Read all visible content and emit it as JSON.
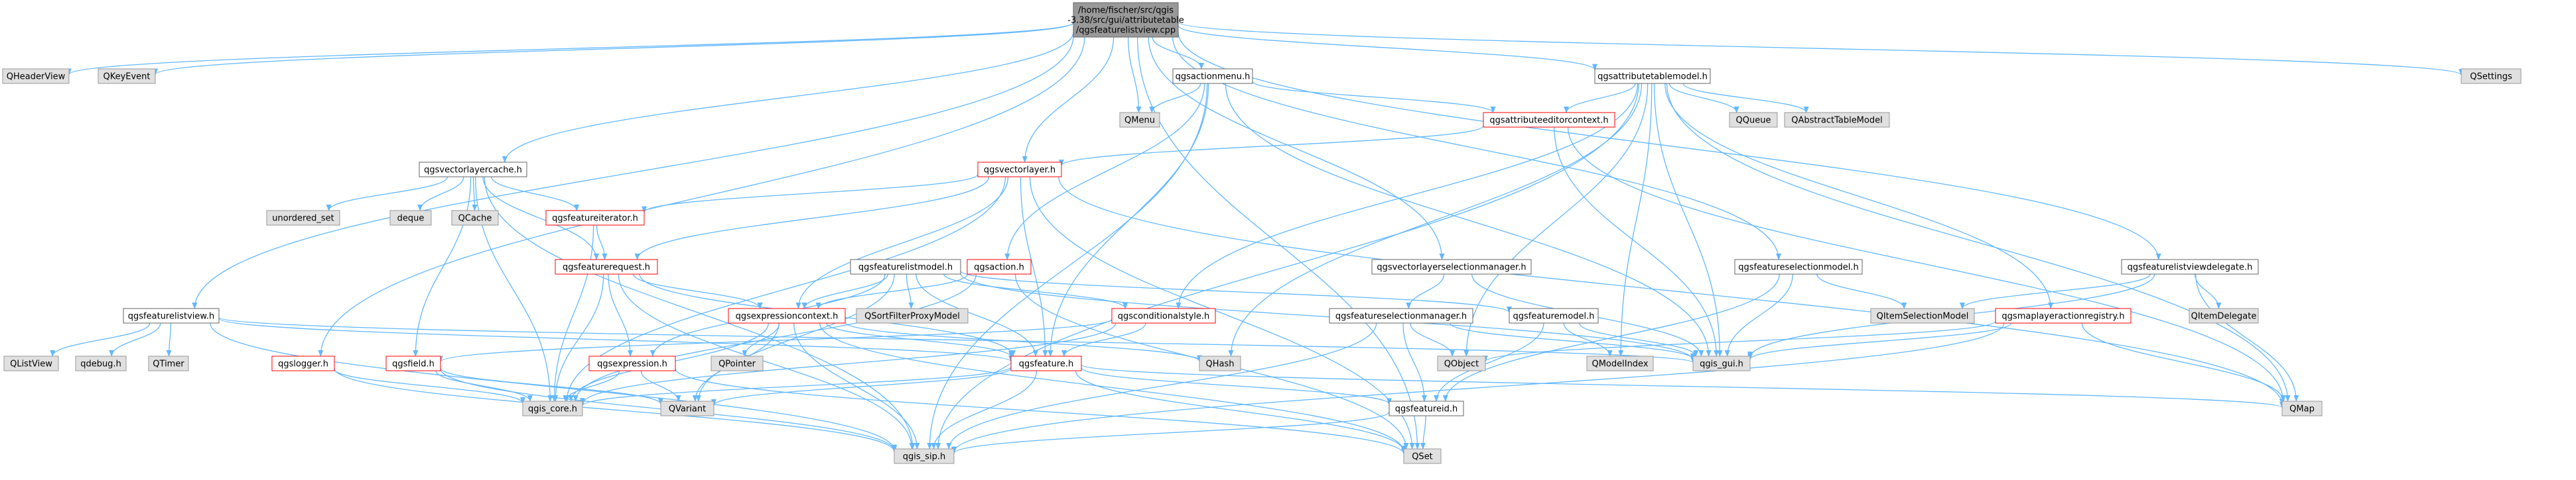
{
  "colors": {
    "edge": "#63b8ff",
    "root_fill": "#999999",
    "plain_fill": "#ffffff",
    "plain_border": "#666666",
    "system_fill": "#e0e0e0",
    "system_border": "#999999",
    "red_border": "#ff0000",
    "text": "#000000"
  },
  "nodes": [
    {
      "id": "root",
      "label": "/home/fischer/src/qgis\n-3.38/src/gui/attributetable\n/qgsfeaturelistview.cpp",
      "style": "root"
    },
    {
      "id": "qheaderview",
      "label": "QHeaderView",
      "style": "system"
    },
    {
      "id": "qkeyevent",
      "label": "QKeyEvent",
      "style": "system"
    },
    {
      "id": "qgsactionmenu",
      "label": "qgsactionmenu.h",
      "style": "plain"
    },
    {
      "id": "qgsattributetablemodel",
      "label": "qgsattributetablemodel.h",
      "style": "plain"
    },
    {
      "id": "qsettings",
      "label": "QSettings",
      "style": "system"
    },
    {
      "id": "qmenu",
      "label": "QMenu",
      "style": "system"
    },
    {
      "id": "qgsattributeeditorcontext",
      "label": "qgsattributeeditorcontext.h",
      "style": "red"
    },
    {
      "id": "qqueue",
      "label": "QQueue",
      "style": "system"
    },
    {
      "id": "qabstracttablemodel",
      "label": "QAbstractTableModel",
      "style": "system"
    },
    {
      "id": "qgsvectorlayercache",
      "label": "qgsvectorlayercache.h",
      "style": "plain"
    },
    {
      "id": "qgsvectorlayer",
      "label": "qgsvectorlayer.h",
      "style": "red"
    },
    {
      "id": "unordered_set",
      "label": "unordered_set",
      "style": "system"
    },
    {
      "id": "deque",
      "label": "deque",
      "style": "system"
    },
    {
      "id": "qcache",
      "label": "QCache",
      "style": "system"
    },
    {
      "id": "qgsfeatureiterator",
      "label": "qgsfeatureiterator.h",
      "style": "red"
    },
    {
      "id": "qgsfeaturerequest",
      "label": "qgsfeaturerequest.h",
      "style": "red"
    },
    {
      "id": "qgsaction",
      "label": "qgsaction.h",
      "style": "red"
    },
    {
      "id": "qgsfeaturelistmodel",
      "label": "qgsfeaturelistmodel.h",
      "style": "plain"
    },
    {
      "id": "qgsvectorlayerselectionmanager",
      "label": "qgsvectorlayerselectionmanager.h",
      "style": "plain"
    },
    {
      "id": "qgsfeatureselectionmodel",
      "label": "qgsfeatureselectionmodel.h",
      "style": "plain"
    },
    {
      "id": "qgsfeaturelistviewdelegate",
      "label": "qgsfeaturelistviewdelegate.h",
      "style": "plain"
    },
    {
      "id": "qgsfeaturelistview",
      "label": "qgsfeaturelistview.h",
      "style": "plain"
    },
    {
      "id": "qgsexpressioncontext",
      "label": "qgsexpressioncontext.h",
      "style": "red"
    },
    {
      "id": "qsortfilterproxymodel",
      "label": "QSortFilterProxyModel",
      "style": "system"
    },
    {
      "id": "qgsconditionalstyle",
      "label": "qgsconditionalstyle.h",
      "style": "red"
    },
    {
      "id": "qgsfeatureselectionmanager",
      "label": "qgsfeatureselectionmanager.h",
      "style": "plain"
    },
    {
      "id": "qgsfeaturemodel",
      "label": "qgsfeaturemodel.h",
      "style": "plain"
    },
    {
      "id": "qitemselectionmodel",
      "label": "QItemSelectionModel",
      "style": "system"
    },
    {
      "id": "qgsmaplayeractionregistry",
      "label": "qgsmaplayeractionregistry.h",
      "style": "red"
    },
    {
      "id": "qitemdelegate",
      "label": "QItemDelegate",
      "style": "system"
    },
    {
      "id": "qlistview",
      "label": "QListView",
      "style": "system"
    },
    {
      "id": "qdebug",
      "label": "qdebug.h",
      "style": "system"
    },
    {
      "id": "qtimer",
      "label": "QTimer",
      "style": "system"
    },
    {
      "id": "qgslogger",
      "label": "qgslogger.h",
      "style": "red"
    },
    {
      "id": "qgsfield",
      "label": "qgsfield.h",
      "style": "red"
    },
    {
      "id": "qgsexpression",
      "label": "qgsexpression.h",
      "style": "red"
    },
    {
      "id": "qpointer",
      "label": "QPointer",
      "style": "system"
    },
    {
      "id": "qgsfeature",
      "label": "qgsfeature.h",
      "style": "red"
    },
    {
      "id": "qhash",
      "label": "QHash",
      "style": "system"
    },
    {
      "id": "qobject",
      "label": "QObject",
      "style": "system"
    },
    {
      "id": "qmodelindex",
      "label": "QModelIndex",
      "style": "system"
    },
    {
      "id": "qgs_gui",
      "label": "qgis_gui.h",
      "style": "system"
    },
    {
      "id": "qgs_core",
      "label": "qgis_core.h",
      "style": "system"
    },
    {
      "id": "qvariant",
      "label": "QVariant",
      "style": "system"
    },
    {
      "id": "qgsfeatureid",
      "label": "qgsfeatureid.h",
      "style": "plain"
    },
    {
      "id": "qmap",
      "label": "QMap",
      "style": "system"
    },
    {
      "id": "qgis_sip",
      "label": "qgis_sip.h",
      "style": "system"
    },
    {
      "id": "qset",
      "label": "QSet",
      "style": "system"
    }
  ],
  "edges": [
    [
      "root",
      "qheaderview"
    ],
    [
      "root",
      "qkeyevent"
    ],
    [
      "root",
      "qgsactionmenu"
    ],
    [
      "root",
      "qgsattributetablemodel"
    ],
    [
      "root",
      "qsettings"
    ],
    [
      "root",
      "qmenu"
    ],
    [
      "root",
      "qgsvectorlayercache"
    ],
    [
      "root",
      "qgsvectorlayer"
    ],
    [
      "root",
      "qgsvectorlayerselectionmanager"
    ],
    [
      "root",
      "qgsfeatureselectionmodel"
    ],
    [
      "root",
      "qgsfeaturelistviewdelegate"
    ],
    [
      "root",
      "qgsfeaturelistview"
    ],
    [
      "root",
      "qgslogger"
    ],
    [
      "root",
      "qset"
    ],
    [
      "qgsactionmenu",
      "qmenu"
    ],
    [
      "qgsactionmenu",
      "qgsattributeeditorcontext"
    ],
    [
      "qgsactionmenu",
      "qgsaction"
    ],
    [
      "qgsactionmenu",
      "qgsfeature"
    ],
    [
      "qgsactionmenu",
      "qgs_gui"
    ],
    [
      "qgsactionmenu",
      "qgis_sip"
    ],
    [
      "qgsattributetablemodel",
      "qgsattributeeditorcontext"
    ],
    [
      "qgsattributetablemodel",
      "qqueue"
    ],
    [
      "qgsattributetablemodel",
      "qabstracttablemodel"
    ],
    [
      "qgsattributetablemodel",
      "qgsconditionalstyle"
    ],
    [
      "qgsattributetablemodel",
      "qhash"
    ],
    [
      "qgsattributetablemodel",
      "qmodelindex"
    ],
    [
      "qgsattributetablemodel",
      "qobject"
    ],
    [
      "qgsattributetablemodel",
      "qgs_gui"
    ],
    [
      "qgsattributetablemodel",
      "qgsmaplayeractionregistry"
    ],
    [
      "qgsattributetablemodel",
      "qmap"
    ],
    [
      "qgsattributetablemodel",
      "qgis_sip"
    ],
    [
      "qgsattributeeditorcontext",
      "qgsvectorlayer"
    ],
    [
      "qgsattributeeditorcontext",
      "qgs_gui"
    ],
    [
      "qgsattributeeditorcontext",
      "qmap"
    ],
    [
      "qgsvectorlayercache",
      "unordered_set"
    ],
    [
      "qgsvectorlayercache",
      "deque"
    ],
    [
      "qgsvectorlayercache",
      "qcache"
    ],
    [
      "qgsvectorlayercache",
      "qgsfeatureiterator"
    ],
    [
      "qgsvectorlayercache",
      "qgsfeaturerequest"
    ],
    [
      "qgsvectorlayercache",
      "qgsfield"
    ],
    [
      "qgsvectorlayercache",
      "qgs_core"
    ],
    [
      "qgsvectorlayercache",
      "qgis_sip"
    ],
    [
      "qgsvectorlayer",
      "qgsfeatureiterator"
    ],
    [
      "qgsvectorlayer",
      "qgsfeaturerequest"
    ],
    [
      "qgsvectorlayer",
      "qgsexpressioncontext"
    ],
    [
      "qgsvectorlayer",
      "qgsfeature"
    ],
    [
      "qgsvectorlayer",
      "qgs_core"
    ],
    [
      "qgsvectorlayer",
      "qmap"
    ],
    [
      "qgsvectorlayer",
      "qset"
    ],
    [
      "qgsfeatureiterator",
      "qgsfeaturerequest"
    ],
    [
      "qgsfeatureiterator",
      "qgs_core"
    ],
    [
      "qgsfeaturerequest",
      "qgsexpression"
    ],
    [
      "qgsfeaturerequest",
      "qgsexpressioncontext"
    ],
    [
      "qgsfeaturerequest",
      "qgsfeature"
    ],
    [
      "qgsfeaturerequest",
      "qgs_core"
    ],
    [
      "qgsfeaturerequest",
      "qgis_sip"
    ],
    [
      "qgsaction",
      "qgsexpressioncontext"
    ],
    [
      "qgsaction",
      "qgs_core"
    ],
    [
      "qgsaction",
      "qset"
    ],
    [
      "qgsfeaturelistmodel",
      "qgsexpressioncontext"
    ],
    [
      "qgsfeaturelistmodel",
      "qsortfilterproxymodel"
    ],
    [
      "qgsfeaturelistmodel",
      "qgsconditionalstyle"
    ],
    [
      "qgsfeaturelistmodel",
      "qgsfeaturemodel"
    ],
    [
      "qgsfeaturelistmodel",
      "qgsfeature"
    ],
    [
      "qgsfeaturelistmodel",
      "qvariant"
    ],
    [
      "qgsfeaturelistmodel",
      "qgs_gui"
    ],
    [
      "qgsfeaturelistmodel",
      "qgsexpression"
    ],
    [
      "qgsvectorlayerselectionmanager",
      "qgsfeatureselectionmanager"
    ],
    [
      "qgsvectorlayerselectionmanager",
      "qgs_gui"
    ],
    [
      "qgsfeatureselectionmodel",
      "qitemselectionmodel"
    ],
    [
      "qgsfeatureselectionmodel",
      "qgs_gui"
    ],
    [
      "qgsfeatureselectionmodel",
      "qgsfeatureid"
    ],
    [
      "qgsfeaturelistviewdelegate",
      "qitemdelegate"
    ],
    [
      "qgsfeaturelistviewdelegate",
      "qitemselectionmodel"
    ],
    [
      "qgsfeaturelistviewdelegate",
      "qgs_gui"
    ],
    [
      "qgsfeaturelistviewdelegate",
      "qmap"
    ],
    [
      "qgsfeaturelistview",
      "qlistview"
    ],
    [
      "qgsfeaturelistview",
      "qdebug"
    ],
    [
      "qgsfeaturelistview",
      "qtimer"
    ],
    [
      "qgsfeaturelistview",
      "qgsfeature"
    ],
    [
      "qgsfeaturelistview",
      "qgs_gui"
    ],
    [
      "qgsfeaturelistview",
      "qgis_sip"
    ],
    [
      "qgsexpressioncontext",
      "qpointer"
    ],
    [
      "qgsexpressioncontext",
      "qhash"
    ],
    [
      "qgsexpressioncontext",
      "qset"
    ],
    [
      "qgsexpressioncontext",
      "qvariant"
    ],
    [
      "qgsexpressioncontext",
      "qgsfeature"
    ],
    [
      "qgsexpressioncontext",
      "qgs_core"
    ],
    [
      "qgsexpressioncontext",
      "qgis_sip"
    ],
    [
      "qgsconditionalstyle",
      "qgsfield"
    ],
    [
      "qgsconditionalstyle",
      "qgs_core"
    ],
    [
      "qgsconditionalstyle",
      "qgsfeature"
    ],
    [
      "qgsfeatureselectionmanager",
      "qobject"
    ],
    [
      "qgsfeatureselectionmanager",
      "qgsfeatureid"
    ],
    [
      "qgsfeatureselectionmanager",
      "qgs_gui"
    ],
    [
      "qgsfeatureselectionmanager",
      "qgis_sip"
    ],
    [
      "qgsfeaturemodel",
      "qmodelindex"
    ],
    [
      "qgsfeaturemodel",
      "qgsfeatureid"
    ],
    [
      "qgsfeaturemodel",
      "qgs_gui"
    ],
    [
      "qgsmaplayeractionregistry",
      "qobject"
    ],
    [
      "qgsmaplayeractionregistry",
      "qgs_gui"
    ],
    [
      "qgsmaplayeractionregistry",
      "qmap"
    ],
    [
      "qgsmaplayeractionregistry",
      "qgis_sip"
    ],
    [
      "qgslogger",
      "qgs_core"
    ],
    [
      "qgslogger",
      "qgis_sip"
    ],
    [
      "qgsfield",
      "qgs_core"
    ],
    [
      "qgsfield",
      "qvariant"
    ],
    [
      "qgsfield",
      "qgis_sip"
    ],
    [
      "qgsexpression",
      "qgs_core"
    ],
    [
      "qgsexpression",
      "qvariant"
    ],
    [
      "qgsexpression",
      "qset"
    ],
    [
      "qgsfeature",
      "qgs_core"
    ],
    [
      "qgsfeature",
      "qvariant"
    ],
    [
      "qgsfeature",
      "qgsfeatureid"
    ],
    [
      "qgsfeature",
      "qmap"
    ],
    [
      "qgsfeature",
      "qset"
    ],
    [
      "qgsfeature",
      "qgis_sip"
    ],
    [
      "qgsfeatureid",
      "qgis_sip"
    ],
    [
      "qgsfeatureid",
      "qset"
    ]
  ]
}
